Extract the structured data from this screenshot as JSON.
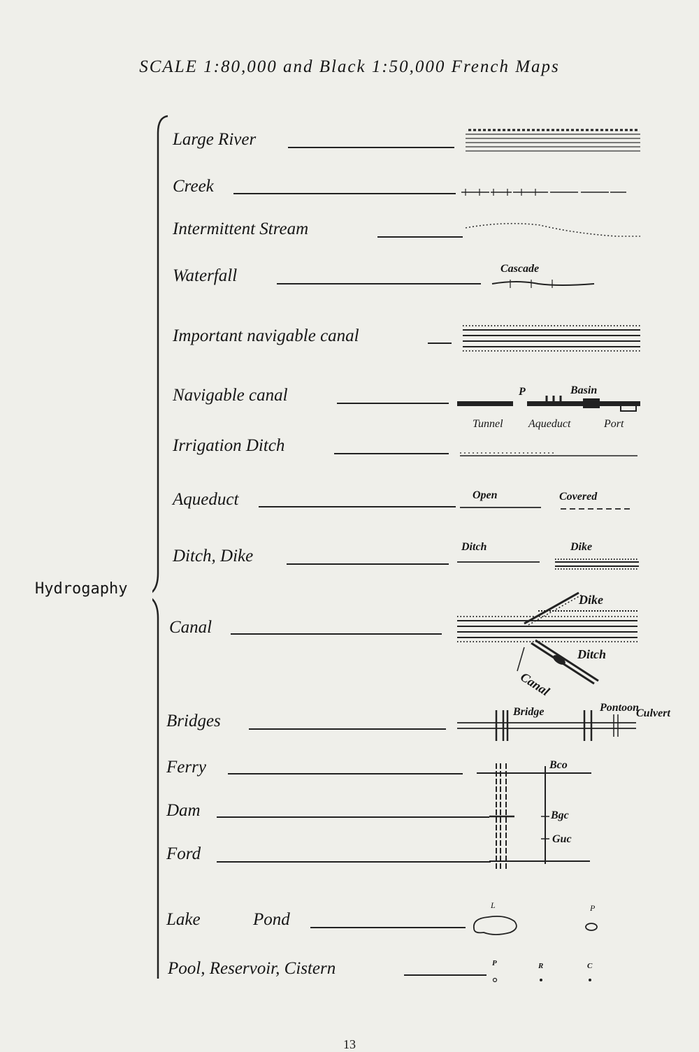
{
  "header": {
    "title": "SCALE 1:80,000 and Black 1:50,000 French Maps"
  },
  "section": {
    "label": "Hydrogaphy"
  },
  "rows": [
    {
      "label": "Large River"
    },
    {
      "label": "Creek"
    },
    {
      "label": "Intermittent Stream"
    },
    {
      "label": "Waterfall",
      "symbol_text": [
        "Cascade"
      ]
    },
    {
      "label": "Important navigable canal"
    },
    {
      "label": "Navigable canal",
      "symbol_text": [
        "P",
        "Basin",
        "Tunnel",
        "Aqueduct",
        "Port"
      ]
    },
    {
      "label": "Irrigation Ditch"
    },
    {
      "label": "Aqueduct",
      "symbol_text": [
        "Open",
        "Covered"
      ]
    },
    {
      "label": "Ditch, Dike",
      "symbol_text": [
        "Ditch",
        "Dike"
      ]
    },
    {
      "label": "Canal",
      "symbol_text": [
        "Dike",
        "Ditch",
        "Canal"
      ]
    },
    {
      "label": "Bridges",
      "symbol_text": [
        "Bridge",
        "Pontoon",
        "Culvert"
      ]
    },
    {
      "label": "Ferry",
      "symbol_text": [
        "Bco"
      ]
    },
    {
      "label": "Dam",
      "symbol_text": [
        "Bgc"
      ]
    },
    {
      "label": "Ford",
      "symbol_text": [
        "Guc"
      ]
    },
    {
      "label": "Lake",
      "label2": "Pond",
      "symbol_text": [
        "L",
        "P"
      ]
    },
    {
      "label": "Pool, Reservoir, Cistern",
      "symbol_text": [
        "P",
        "R",
        "C"
      ]
    }
  ],
  "footer": {
    "page_number": "13"
  }
}
